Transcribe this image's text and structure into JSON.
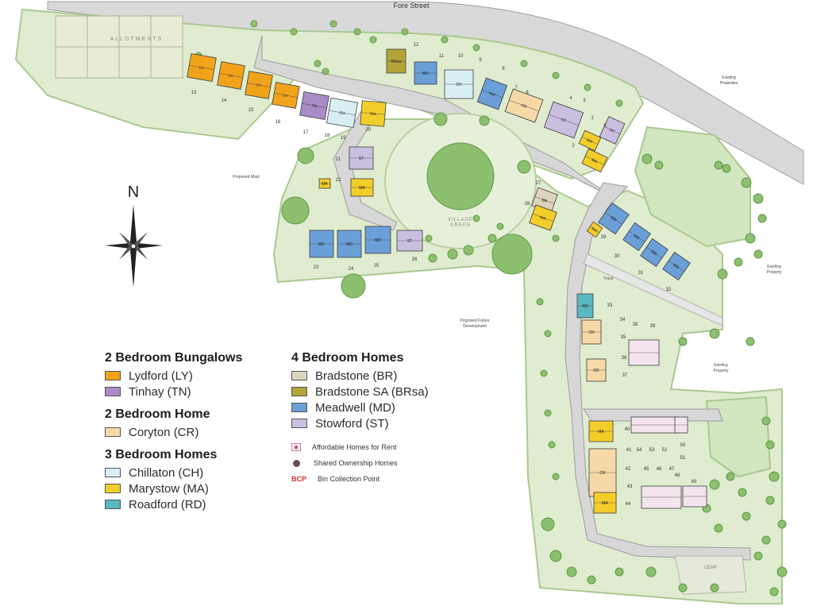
{
  "map": {
    "road_label": "Fore Street",
    "allotments_label": "ALLOTMENTS",
    "village_green_label": "VILLAGE\nGREEN",
    "north_label": "N",
    "leap_label": "LEAP",
    "track_label": "Track",
    "annotations": {
      "proposed_mast": "Proposed Mast",
      "proposed_future_development": "Proposed Future Development",
      "existing_properties_top": "Existing Properties",
      "existing_property_right": "Existing Property",
      "existing_property_lower": "Existing Property"
    },
    "plot_numbers": [
      "1",
      "2",
      "3",
      "4",
      "5",
      "6",
      "7",
      "8",
      "9",
      "10",
      "11",
      "12",
      "13",
      "14",
      "15",
      "16",
      "17",
      "18",
      "19",
      "20",
      "21",
      "22",
      "23",
      "24",
      "25",
      "26",
      "27",
      "28",
      "29",
      "30",
      "31",
      "32",
      "33",
      "34",
      "35",
      "36",
      "37",
      "38",
      "39",
      "40",
      "41",
      "42",
      "43",
      "44",
      "45",
      "46",
      "47",
      "48",
      "49",
      "50",
      "51",
      "52",
      "53",
      "54"
    ],
    "house_codes": {
      "lydford": "LY",
      "tinhay": "TN",
      "coryton": "CR",
      "chillaton": "CH",
      "marystow": "MA",
      "roadford": "RD",
      "bradstone": "BR",
      "bradstone_sa": "BRsa",
      "meadwell": "MD",
      "stowford": "ST"
    },
    "colors": {
      "lydford": "#f2a31c",
      "tinhay": "#a98bc6",
      "coryton": "#f7d9a8",
      "chillaton": "#d8eef5",
      "marystow": "#f3cd2a",
      "roadford": "#5bb8c0",
      "bradstone": "#ddd4bc",
      "bradstone_sa": "#b3a43a",
      "meadwell": "#6b9fd8",
      "stowford": "#cbbfe0",
      "green": "#dfeccf",
      "green_edge": "#a9c98f",
      "road": "#d7d7d7",
      "road_edge": "#9c9c9c",
      "tree": "#8cbf6e",
      "tree_edge": "#5f9848",
      "affordable": "#f3e4ee",
      "bcp": "#d0342c"
    }
  },
  "legend": {
    "bungalows2": {
      "heading": "2 Bedroom Bungalows",
      "items": [
        {
          "label": "Lydford (LY)",
          "color": "#f2a31c"
        },
        {
          "label": "Tinhay (TN)",
          "color": "#a98bc6"
        }
      ]
    },
    "home2": {
      "heading": "2 Bedroom Home",
      "items": [
        {
          "label": "Coryton (CR)",
          "color": "#f7d9a8"
        }
      ]
    },
    "homes3": {
      "heading": "3 Bedroom Homes",
      "items": [
        {
          "label": "Chillaton (CH)",
          "color": "#d8eef5"
        },
        {
          "label": "Marystow (MA)",
          "color": "#f3cd2a"
        },
        {
          "label": "Roadford (RD)",
          "color": "#5bb8c0"
        }
      ]
    },
    "homes4": {
      "heading": "4 Bedroom Homes",
      "items": [
        {
          "label": "Bradstone (BR)",
          "color": "#ddd4bc"
        },
        {
          "label": "Bradstone SA  (BRsa)",
          "color": "#b3a43a"
        },
        {
          "label": "Meadwell (MD)",
          "color": "#6b9fd8"
        },
        {
          "label": "Stowford (ST)",
          "color": "#cbbfe0"
        }
      ]
    },
    "affordable_rent": "Affordable Homes for Rent",
    "shared_ownership": "Shared Ownership Homes",
    "bcp_code": "BCP",
    "bcp_label": "Bin Collection Point"
  }
}
